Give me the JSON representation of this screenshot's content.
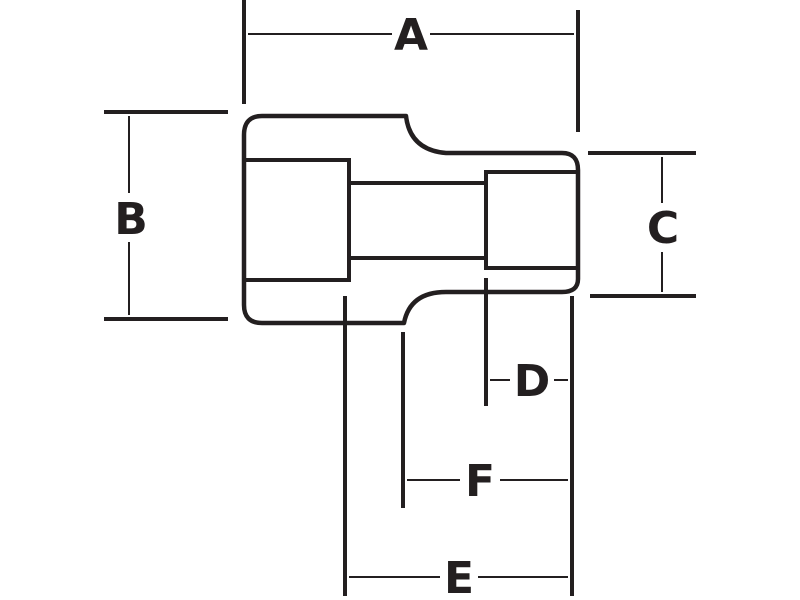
{
  "dimensions": {
    "a": "A",
    "b": "B",
    "c": "C",
    "d": "D",
    "e": "E",
    "f": "F"
  },
  "colors": {
    "line": "#231f20",
    "background": "#ffffff"
  }
}
